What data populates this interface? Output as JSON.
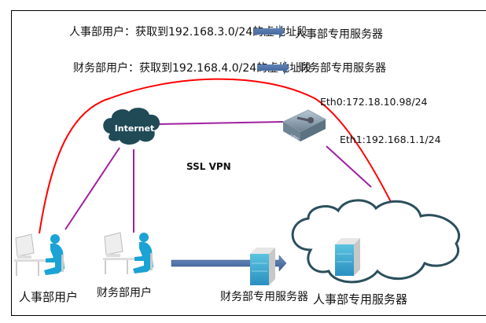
{
  "rules": [
    {
      "text": "人事部用户：获取到192.168.3.0/24的虚地址段",
      "target": "人事部专用服务器"
    },
    {
      "text": "财务部用户：获取到192.168.4.0/24的虚地址段",
      "target": "财务部专用服务器"
    }
  ],
  "internet_label": "Internet",
  "vpn_label": "VPN",
  "eth0": "Eth0:172.18.10.98/24",
  "eth1": "Eth1:192.168.1.1/24",
  "ssl_vpn": "SSL  VPN",
  "users": [
    "人事部用户",
    "财务部用户"
  ],
  "servers": [
    "财务部专用服务器",
    "人事部专用服务器"
  ],
  "colors": {
    "link": "#a020a0",
    "hr_path": "#ff0000",
    "arrow": "#4a6fa5",
    "cloud": "#2b4f5c",
    "person": "#1aa3d4"
  }
}
